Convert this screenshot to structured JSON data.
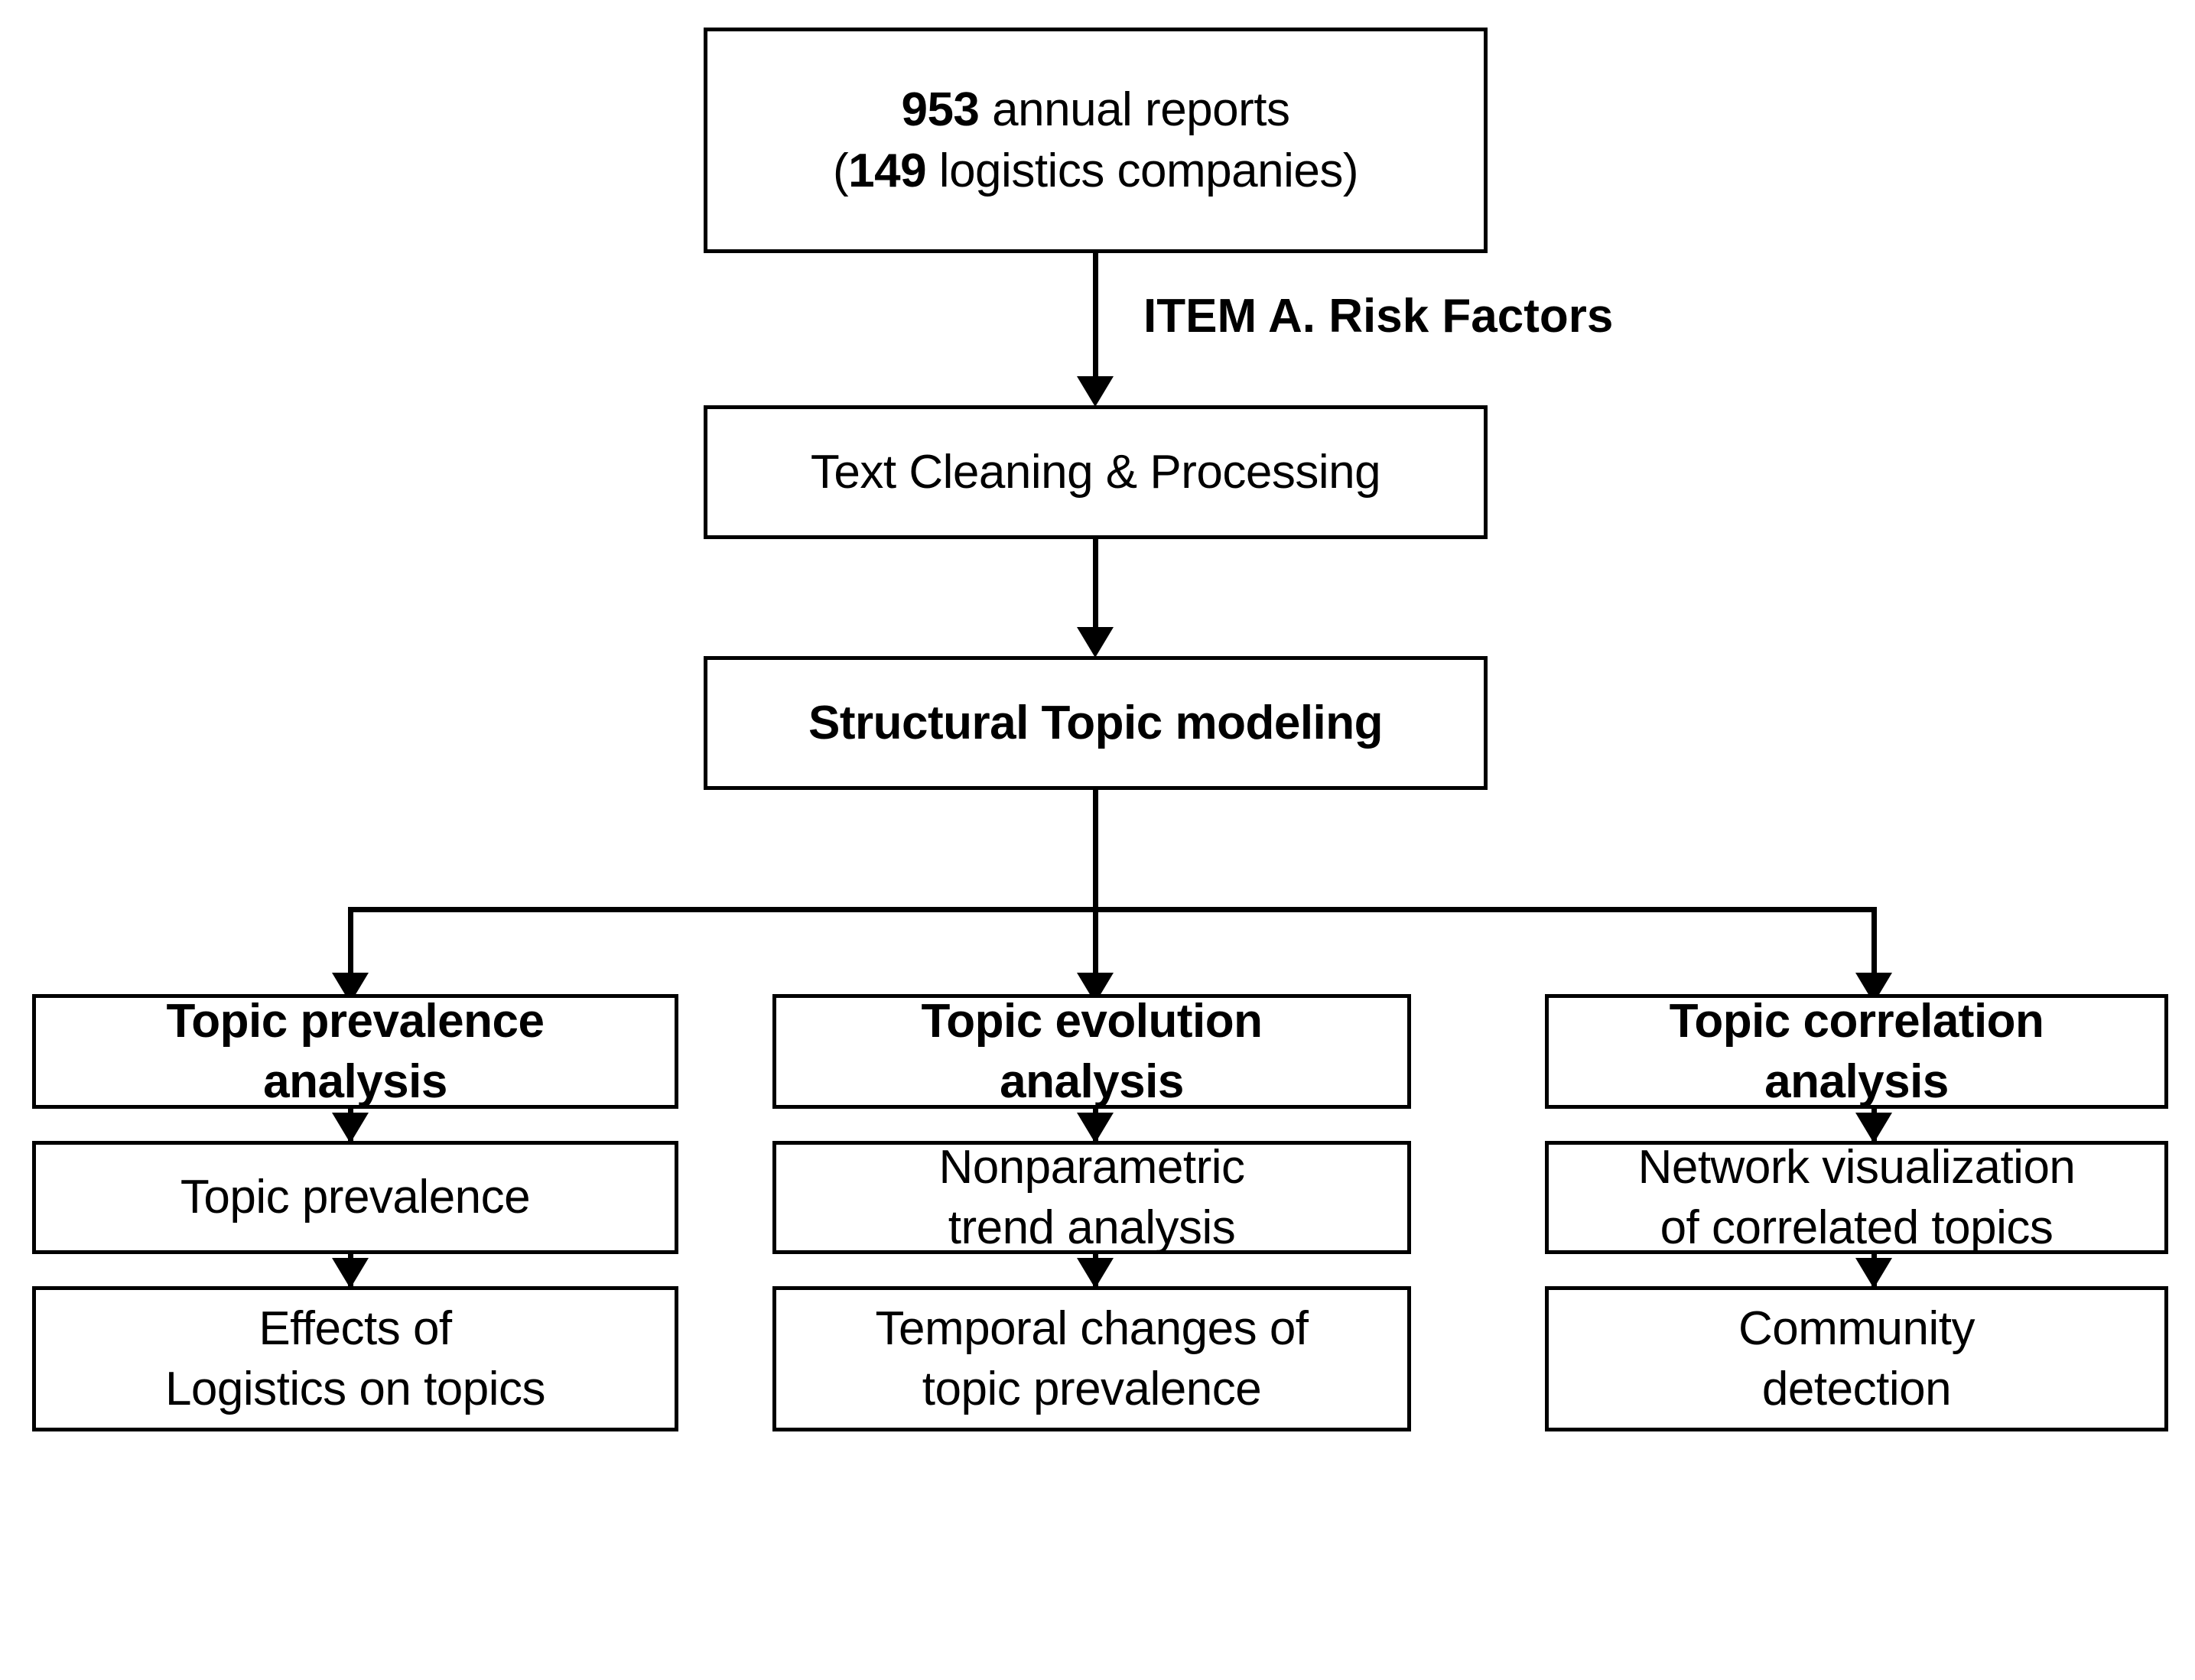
{
  "diagram": {
    "title": "Structural topic modeling research workflow",
    "background_color": "#ffffff",
    "line_color": "#000000",
    "text_color": "#000000"
  },
  "nodes": {
    "source": {
      "line1_bold": "953",
      "line1_rest": " annual reports",
      "line2_open": "(",
      "line2_bold": "149",
      "line2_rest": " logistics companies)"
    },
    "cleaning": {
      "label": "Text Cleaning & Processing"
    },
    "stm": {
      "label": "Structural Topic modeling"
    },
    "left": {
      "step1_line1": "Topic prevalence",
      "step1_line2": "analysis",
      "step2": "Topic prevalence",
      "step3_line1": "Effects of",
      "step3_line2": "Logistics on topics"
    },
    "middle": {
      "step1_line1": "Topic evolution",
      "step1_line2": "analysis",
      "step2_line1": "Nonparametric",
      "step2_line2": "trend analysis",
      "step3_line1": "Temporal changes of",
      "step3_line2": "topic prevalence"
    },
    "right": {
      "step1_line1": "Topic correlation",
      "step1_line2": "analysis",
      "step2_line1": "Network visualization",
      "step2_line2": "of correlated topics",
      "step3_line1": "Community",
      "step3_line2": "detection"
    }
  },
  "edges": {
    "source_to_cleaning_label": "ITEM A. Risk Factors"
  }
}
